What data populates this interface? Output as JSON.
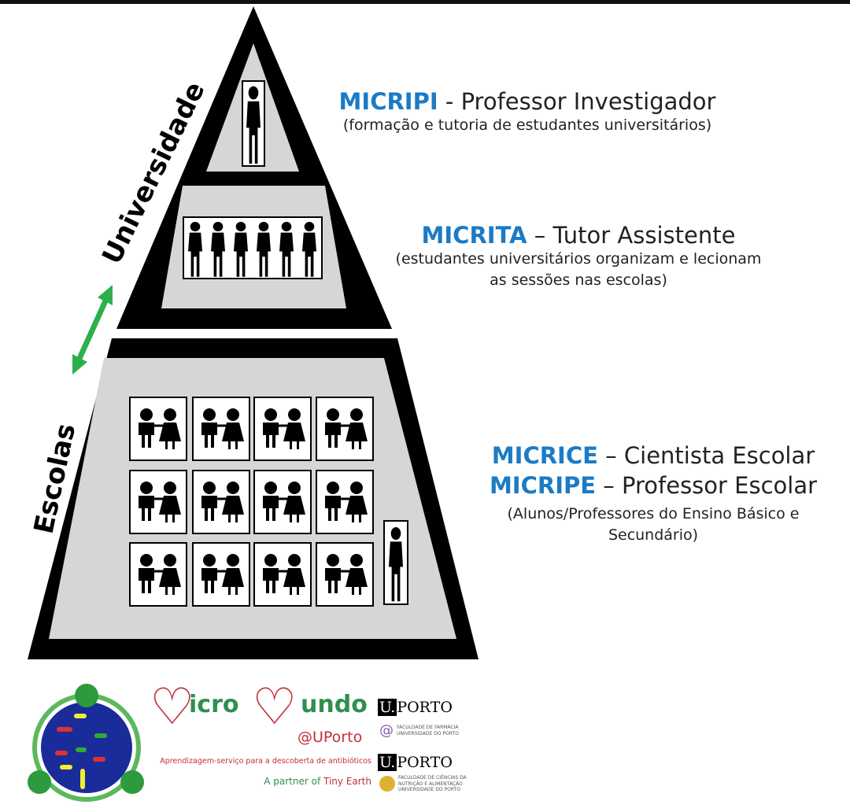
{
  "side_labels": {
    "university": "Universidade",
    "schools": "Escolas"
  },
  "levels": [
    {
      "code": "MICRIPI",
      "sep": " - ",
      "role": "Professor Investigador",
      "desc": [
        "(formação e tutoria de estudantes universitários)"
      ]
    },
    {
      "code": "MICRITA",
      "sep": " – ",
      "role": "Tutor Assistente",
      "desc": [
        "(estudantes universitários organizam e lecionam",
        "as sessões nas escolas)"
      ]
    },
    {
      "code": "MICRICE",
      "sep": " – ",
      "role": "Cientista Escolar"
    },
    {
      "code": "MICRIPE",
      "sep": " – ",
      "role": "Professor Escolar",
      "desc": [
        "(Alunos/Professores do Ensino Básico e",
        "Secundário)"
      ]
    }
  ],
  "footer": {
    "brand_1": "icro",
    "brand_2": "undo",
    "at": "@UPorto",
    "tagline": "Aprendizagem-serviço para a descoberta de antibióticos",
    "partner_prefix": "A partner of ",
    "partner_name": "Tiny Earth",
    "uporto_u": "U.",
    "uporto": "PORTO",
    "faculty_1a": "FACULDADE DE FARMÁCIA",
    "faculty_1b": "UNIVERSIDADE DO PORTO",
    "faculty_2a": "FACULDADE DE CIÊNCIAS DA",
    "faculty_2b": "NUTRIÇÃO E ALIMENTAÇÃO",
    "faculty_2c": "UNIVERSIDADE DO PORTO"
  },
  "colors": {
    "accent": "#1b7bc6",
    "arrow": "#2db04b",
    "brand_red": "#c0303a",
    "brand_green": "#2f8f4e"
  }
}
